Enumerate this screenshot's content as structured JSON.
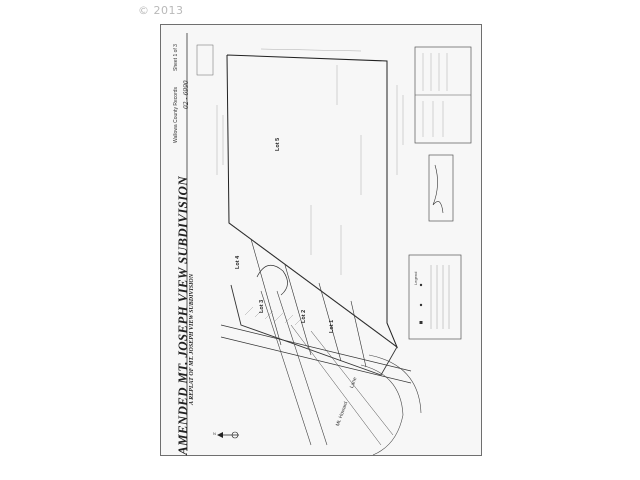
{
  "copyright": "© 2013",
  "plat": {
    "title": "AMENDED MT. JOSEPH VIEW SUBDIVISION",
    "subtitle": "A REPLAT OF MT. JOSEPH VIEW SUBDIVISION",
    "records": "Wallowa County Records",
    "record_number": "02 - 6990",
    "sheet": "Sheet 1 of 3",
    "lots": [
      "Lot 5",
      "Lot 4",
      "Lot 3",
      "Lot 2",
      "Lot 1"
    ],
    "roads": [
      "Mt. Howard",
      "Lane"
    ],
    "legend_title": "Legend",
    "north_label": "N"
  }
}
